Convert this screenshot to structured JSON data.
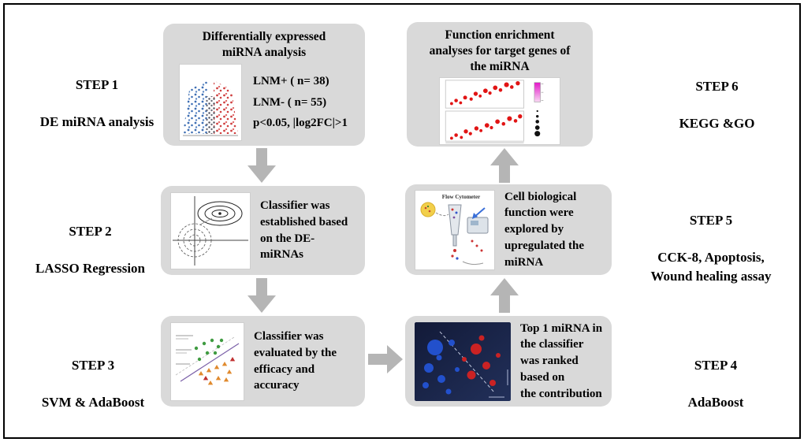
{
  "figure": {
    "type": "study-workflow-diagram"
  },
  "steps": [
    {
      "title": "STEP 1",
      "subtitle": "DE miRNA analysis"
    },
    {
      "title": "STEP 2",
      "subtitle": "LASSO Regression"
    },
    {
      "title": "STEP 3",
      "subtitle": "SVM & AdaBoost"
    },
    {
      "title": "STEP 4",
      "subtitle": "AdaBoost"
    },
    {
      "title": "STEP 5",
      "subtitle": "CCK-8,  Apoptosis,\nWound healing assay"
    },
    {
      "title": "STEP 6",
      "subtitle": "KEGG &GO"
    }
  ],
  "boxes": {
    "de_mirna": {
      "title": "Differentially expressed\nmiRNA  analysis",
      "lines": [
        "LNM+  ( n= 38)",
        "LNM-   ( n= 55)",
        "p<0.05, |log2FC|>1"
      ]
    },
    "lasso": {
      "text": "Classifier was\nestablished based\non the  DE-\nmiRNAs"
    },
    "svm": {
      "text": "Classifier was\nevaluated by the\nefficacy and\naccuracy"
    },
    "adaboost": {
      "text": "Top 1 miRNA in\nthe classifier\nwas ranked\nbased on\nthe contribution"
    },
    "cell_function": {
      "text": "Cell biological\nfunction were\nexplored by\nupregulated the\nmiRNA",
      "image_caption": "Flow Cytometer"
    },
    "enrichment": {
      "title": "Function enrichment\nanalyses for target genes of\nthe miRNA"
    }
  },
  "colors": {
    "box_bg": "#d9d9d9",
    "arrow": "#b5b5b5",
    "border": "#000000",
    "volcano_blue": "#3f6fb4",
    "volcano_red": "#cf4040"
  }
}
